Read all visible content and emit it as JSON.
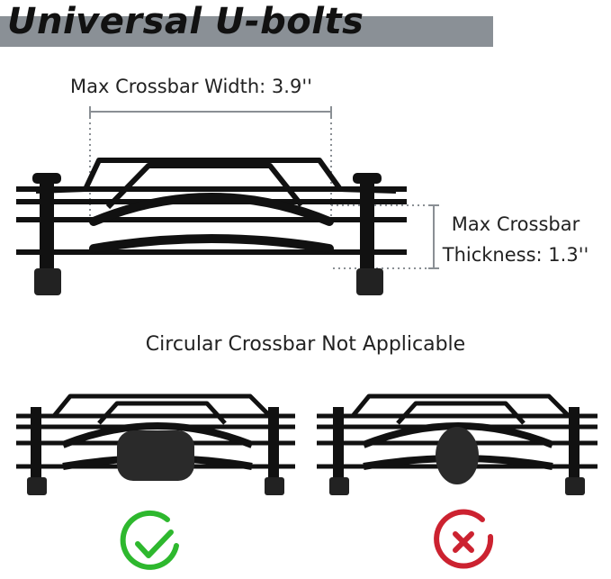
{
  "title": "Universal U-bolts",
  "dimensions": {
    "width_label": "Max Crossbar Width: 3.9''",
    "thickness_label_line1": "Max Crossbar",
    "thickness_label_line2": "Thickness: 1.3''"
  },
  "section_title": "Circular Crossbar Not Applicable",
  "status": {
    "applicable_icon": "check-circle-icon",
    "not_applicable_icon": "x-circle-icon"
  },
  "colors": {
    "banner": "#8a9096",
    "check": "#2eb82e",
    "cross": "#cc2230",
    "dim_line": "#8a8f94"
  }
}
